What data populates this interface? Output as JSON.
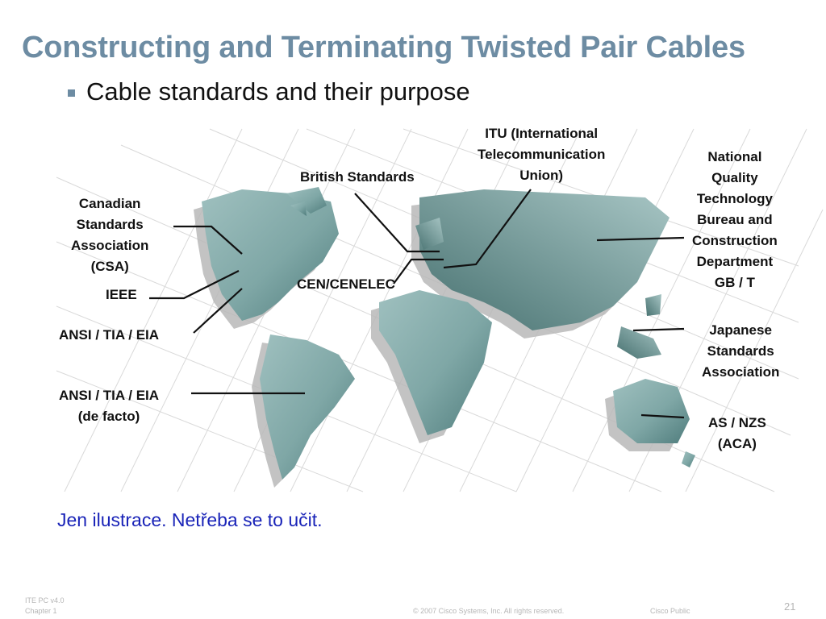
{
  "slide": {
    "title": "Constructing and Terminating Twisted Pair Cables",
    "bullet": "Cable standards and their purpose",
    "note": "Jen ilustrace. Netřeba se to učit."
  },
  "labels": {
    "csa": [
      "Canadian",
      "Standards",
      "Association",
      "(CSA)"
    ],
    "ieee": "IEEE",
    "ansi": "ANSI / TIA / EIA",
    "ansi_facto": [
      "ANSI / TIA / EIA",
      "(de facto)"
    ],
    "british": "British Standards",
    "cen": "CEN/CENELEC",
    "itu": [
      "ITU (International",
      "Telecommunication",
      "Union)"
    ],
    "national": [
      "National",
      "Quality",
      "Technology",
      "Bureau and",
      "Construction",
      "Department",
      "GB / T"
    ],
    "japanese": [
      "Japanese",
      "Standards",
      "Association"
    ],
    "asnzs": [
      "AS / NZS",
      "(ACA)"
    ]
  },
  "footer": {
    "course": "ITE PC v4.0",
    "chapter": "Chapter 1",
    "copyright": "© 2007 Cisco Systems, Inc. All rights reserved.",
    "classification": "Cisco Public",
    "page": "21"
  },
  "colors": {
    "title": "#6d8ca3",
    "note": "#1a24b8",
    "land": "#7fa7a6",
    "land_dark": "#4f7c7c"
  }
}
